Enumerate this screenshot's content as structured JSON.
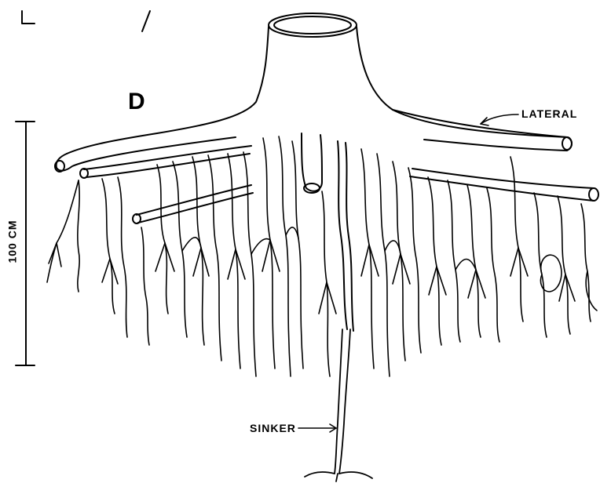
{
  "figure": {
    "panel_letter": "D",
    "scale_label": "100 CM",
    "annotations": {
      "lateral": "LATERAL",
      "sinker": "SINKER"
    },
    "colors": {
      "ink": "#000000",
      "paper": "#ffffff"
    }
  }
}
